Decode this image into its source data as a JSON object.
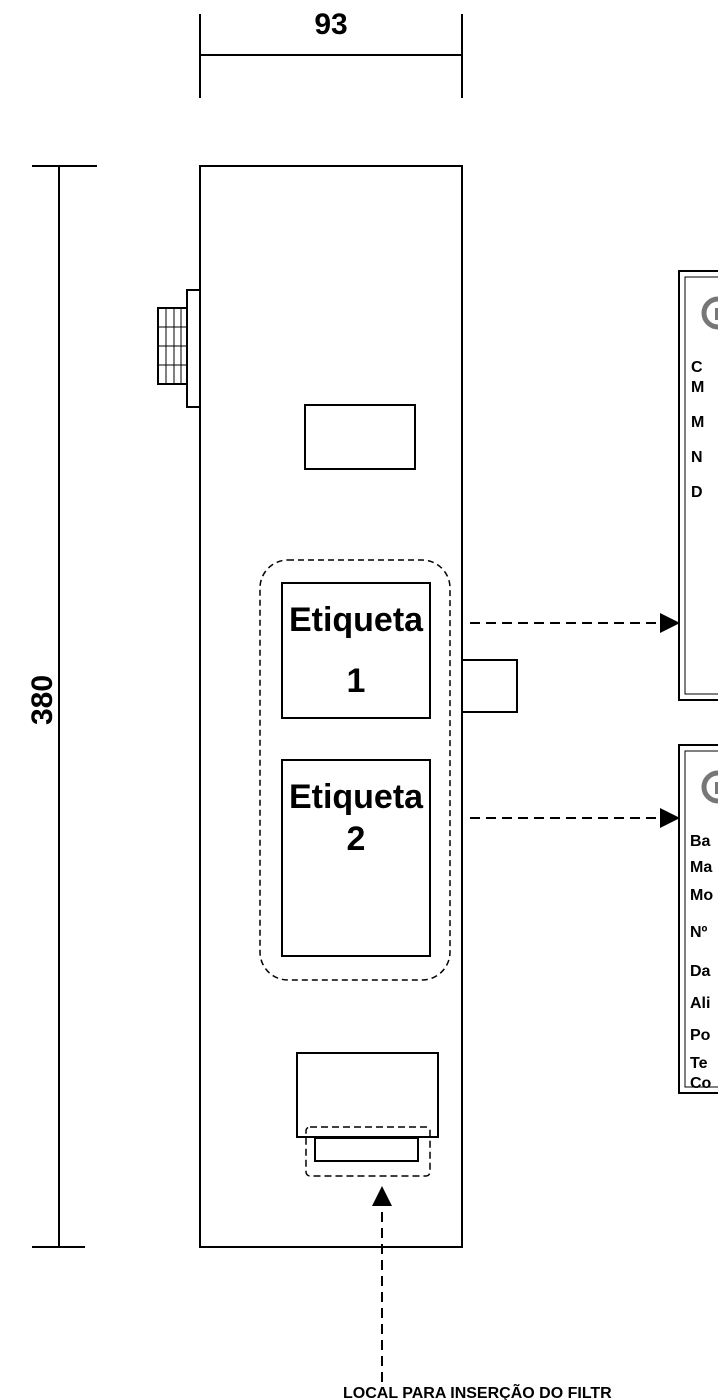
{
  "dimensions": {
    "width_label": "93",
    "height_label": "380"
  },
  "labels": [
    {
      "line1": "Etiqueta",
      "line2": "1"
    },
    {
      "line1": "Etiqueta",
      "line2": "2"
    }
  ],
  "card1": {
    "icon": "info-icon",
    "lines": [
      "C",
      "M",
      "M",
      "N",
      "D"
    ]
  },
  "card2": {
    "icon": "info-icon",
    "lines": [
      "Ba",
      "Ma",
      "Mo",
      "Nº",
      "Da",
      "Ali",
      "Po",
      "Te",
      "Co"
    ]
  },
  "filter_caption": "LOCAL PARA INSERÇÃO DO FILTR",
  "colors": {
    "line": "#000000",
    "card_shadow": "#555555",
    "background": "#ffffff"
  }
}
